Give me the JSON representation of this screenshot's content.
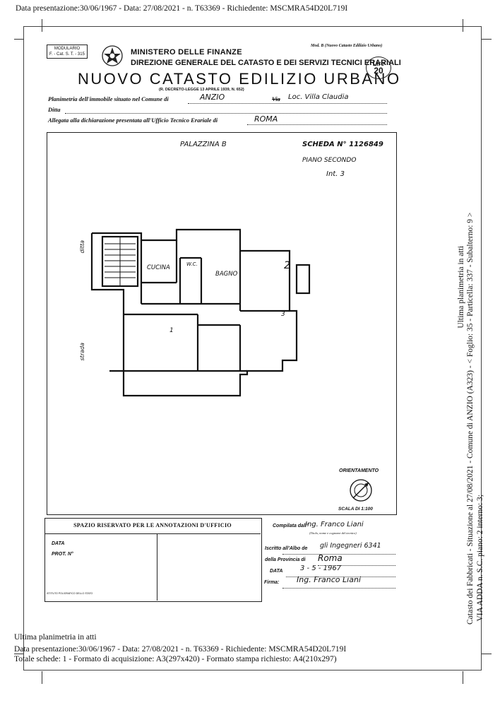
{
  "header": {
    "top_line": "Data presentazione:30/06/1967 - Data: 27/08/2021 - n. T63369 - Richiedente: MSCMRA54D20L719I"
  },
  "form": {
    "modulario_line1": "MODULARIO",
    "modulario_line2": "F. - Cat. S. T. - 315",
    "ministero": "MINISTERO DELLE FINANZE",
    "direzione": "DIREZIONE GENERALE DEL CATASTO E DEI SERVIZI TECNICI ERARIALI",
    "title": "NUOVO CATASTO EDILIZIO URBANO",
    "decreto": "(R. DECRETO-LEGGE 13 APRILE 1939, N. 652)",
    "mod_b": "Mod. B (Nuovo Catasto Edilizio Urbano)",
    "lire_label": "Lire",
    "lire_value": "20",
    "planimetria_label": "Planimetria dell'immobile situato nel Comune di",
    "comune": "ANZIO",
    "via_label": "Via",
    "via_value": "Loc. Villa Claudia",
    "ditta_label": "Ditta",
    "allegata_label": "Allegata alla dichiarazione presentata all'Ufficio Tecnico Erariale di",
    "ufficio": "ROMA"
  },
  "plan": {
    "palazzina": "PALAZZINA B",
    "scheda": "SCHEDA N° 1126849",
    "piano": "PIANO SECONDO",
    "interno": "Int. 3",
    "rooms": {
      "cucina": "CUCINA",
      "wc": "W.C.",
      "bagno": "BAGNO",
      "n2": "2",
      "n3": "3",
      "n1": "1"
    },
    "side_labels": [
      "ditta",
      "strada"
    ],
    "orientamento": "ORIENTAMENTO",
    "scala": "SCALA DI 1:100"
  },
  "annotazioni": {
    "heading": "SPAZIO RISERVATO PER LE ANNOTAZIONI D'UFFICIO",
    "data_label": "DATA",
    "prot_label": "PROT. N°",
    "footer_tiny": "ISTITUTO POLIGRAFICO DELLO STATO"
  },
  "compilata": {
    "compilata_label": "Compilata dall'",
    "compilata_value": "Ing. Franco Liani",
    "titolo_sub": "(Titolo, nome e cognome del tecnico)",
    "iscritto_label": "Iscritto all'Albo de",
    "iscritto_value": "gli Ingegneri 6341",
    "provincia_label": "della Provincia di",
    "provincia_value": "Roma",
    "data_label": "DATA",
    "data_value": "3 - 5 - 1967",
    "firma_label": "Firma:",
    "firma_value": "Ing. Franco Liani"
  },
  "side_text": {
    "line1": "Catasto dei Fabbricati - Situazione al 27/08/2021 - Comune di ANZIO (A323) - <  Foglio: 35 - Particella: 337 - Subalterno: 9 >",
    "line2": "VIA ADDA n. S.C. piano: 2 interno: 3;",
    "line3": "Ultima planimetria in atti"
  },
  "footer": {
    "ultima": "Ultima planimetria in atti",
    "line1": "Data presentazione:30/06/1967 - Data: 27/08/2021 - n. T63369 - Richiedente: MSCMRA54D20L719I",
    "line2": "Totale schede: 1 - Formato di acquisizione: A3(297x420) - Formato stampa richiesto: A4(210x297)"
  }
}
